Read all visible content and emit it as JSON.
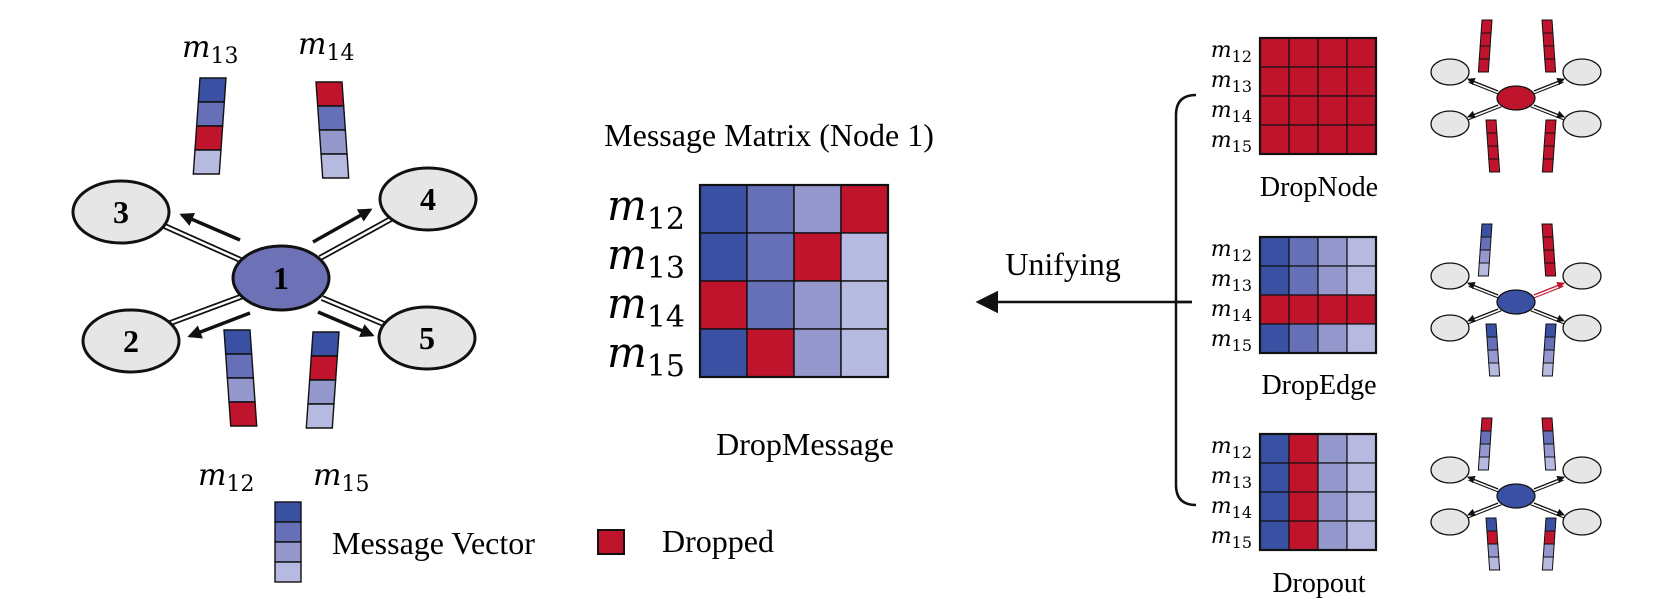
{
  "colors": {
    "c1": "#3a50a3",
    "c2": "#6670b8",
    "c3": "#9498cc",
    "c4": "#b6b9e0",
    "red": "#c0142c",
    "node_fill": "#e6e6e6",
    "center_node": "#6d72b6",
    "small_center_blue": "#3a50a3",
    "small_center_red": "#c0142c"
  },
  "graph": {
    "center_label": "1",
    "nodes": [
      "3",
      "4",
      "2",
      "5"
    ],
    "vector_labels": {
      "m13": {
        "base": "m",
        "sub": "13"
      },
      "m14": {
        "base": "m",
        "sub": "14"
      },
      "m12": {
        "base": "m",
        "sub": "12"
      },
      "m15": {
        "base": "m",
        "sub": "15"
      }
    },
    "vectors": {
      "m13": [
        "c1",
        "c2",
        "red",
        "c4"
      ],
      "m14": [
        "red",
        "c2",
        "c3",
        "c4"
      ],
      "m12": [
        "c1",
        "c2",
        "c3",
        "red"
      ],
      "m15": [
        "c1",
        "red",
        "c3",
        "c4"
      ]
    }
  },
  "legend": {
    "vector_label": "Message Vector",
    "dropped_label": "Dropped",
    "vector_cells": [
      "c1",
      "c2",
      "c3",
      "c4"
    ]
  },
  "matrix": {
    "title": "Message Matrix (Node 1)",
    "caption": "DropMessage",
    "row_labels": [
      {
        "base": "m",
        "sub": "12"
      },
      {
        "base": "m",
        "sub": "13"
      },
      {
        "base": "m",
        "sub": "14"
      },
      {
        "base": "m",
        "sub": "15"
      }
    ],
    "cells": [
      [
        "c1",
        "c2",
        "c3",
        "red"
      ],
      [
        "c1",
        "c2",
        "red",
        "c4"
      ],
      [
        "red",
        "c2",
        "c3",
        "c4"
      ],
      [
        "c1",
        "red",
        "c3",
        "c4"
      ]
    ]
  },
  "unifying_label": "Unifying",
  "methods": [
    {
      "caption": "DropNode",
      "row_labels": [
        {
          "base": "m",
          "sub": "12"
        },
        {
          "base": "m",
          "sub": "13"
        },
        {
          "base": "m",
          "sub": "14"
        },
        {
          "base": "m",
          "sub": "15"
        }
      ],
      "cells": [
        [
          "red",
          "red",
          "red",
          "red"
        ],
        [
          "red",
          "red",
          "red",
          "red"
        ],
        [
          "red",
          "red",
          "red",
          "red"
        ],
        [
          "red",
          "red",
          "red",
          "red"
        ]
      ],
      "center": "red",
      "mini_vectors": [
        [
          "red",
          "red",
          "red",
          "red"
        ],
        [
          "red",
          "red",
          "red",
          "red"
        ],
        [
          "red",
          "red",
          "red",
          "red"
        ],
        [
          "red",
          "red",
          "red",
          "red"
        ]
      ]
    },
    {
      "caption": "DropEdge",
      "row_labels": [
        {
          "base": "m",
          "sub": "12"
        },
        {
          "base": "m",
          "sub": "13"
        },
        {
          "base": "m",
          "sub": "14"
        },
        {
          "base": "m",
          "sub": "15"
        }
      ],
      "cells": [
        [
          "c1",
          "c2",
          "c3",
          "c4"
        ],
        [
          "c1",
          "c2",
          "c3",
          "c4"
        ],
        [
          "red",
          "red",
          "red",
          "red"
        ],
        [
          "c1",
          "c2",
          "c3",
          "c4"
        ]
      ],
      "center": "small_center_blue",
      "mini_vectors": [
        [
          "c1",
          "c2",
          "c3",
          "c4"
        ],
        [
          "red",
          "red",
          "red",
          "red"
        ],
        [
          "c1",
          "c2",
          "c3",
          "c4"
        ],
        [
          "c1",
          "c2",
          "c3",
          "c4"
        ]
      ]
    },
    {
      "caption": "Dropout",
      "row_labels": [
        {
          "base": "m",
          "sub": "12"
        },
        {
          "base": "m",
          "sub": "13"
        },
        {
          "base": "m",
          "sub": "14"
        },
        {
          "base": "m",
          "sub": "15"
        }
      ],
      "cells": [
        [
          "c1",
          "red",
          "c3",
          "c4"
        ],
        [
          "c1",
          "red",
          "c3",
          "c4"
        ],
        [
          "c1",
          "red",
          "c3",
          "c4"
        ],
        [
          "c1",
          "red",
          "c3",
          "c4"
        ]
      ],
      "center": "small_center_blue",
      "mini_vectors": [
        [
          "red",
          "c2",
          "c3",
          "c4"
        ],
        [
          "red",
          "c2",
          "c3",
          "c4"
        ],
        [
          "c1",
          "red",
          "c3",
          "c4"
        ],
        [
          "c1",
          "red",
          "c3",
          "c4"
        ]
      ]
    }
  ]
}
